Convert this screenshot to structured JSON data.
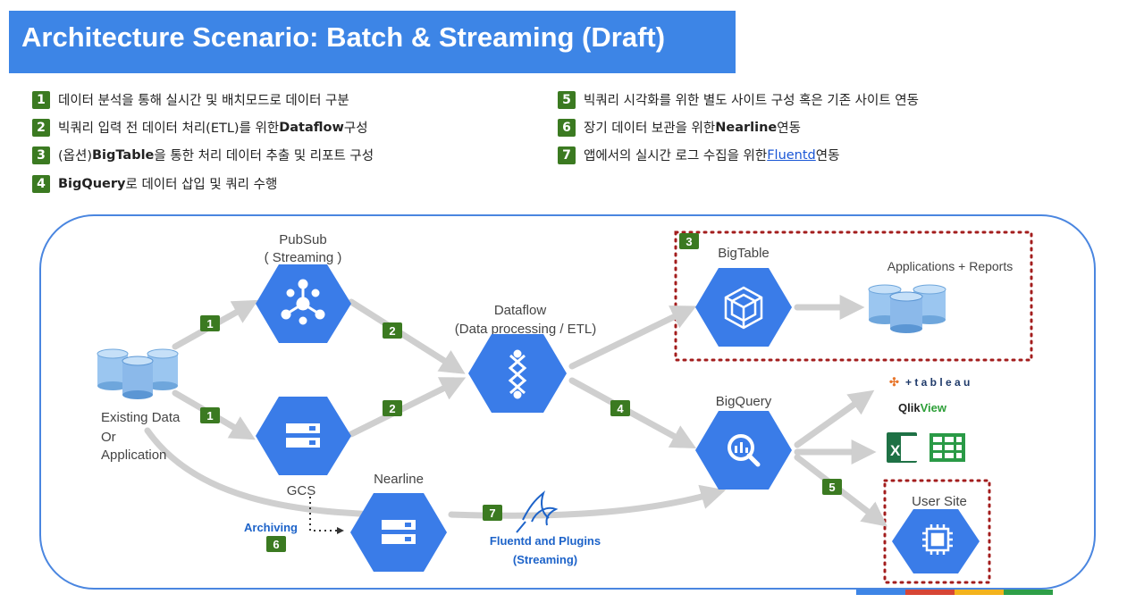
{
  "title": "Architecture Scenario: Batch & Streaming (Draft)",
  "legend": [
    {
      "num": "1",
      "pre": "데이터 분석을 통해 실시간 및 배치모드로 데이터 구분",
      "bold": "",
      "post": ""
    },
    {
      "num": "2",
      "pre": "빅쿼리 입력 전 데이터 처리(ETL)를 위한 ",
      "bold": "Dataflow",
      "post": " 구성"
    },
    {
      "num": "3",
      "pre": "(옵션) ",
      "bold": "BigTable",
      "post": "을 통한 처리 데이터 추출 및 리포트 구성"
    },
    {
      "num": "4",
      "pre": "",
      "bold": "BigQuery",
      "post": "로 데이터 삽입 및 쿼리 수행"
    },
    {
      "num": "5",
      "pre": "빅쿼리 시각화를 위한 별도 사이트 구성 혹은 기존 사이트 연동",
      "bold": "",
      "post": ""
    },
    {
      "num": "6",
      "pre": "장기 데이터 보관을 위한 ",
      "bold": "Nearline",
      "post": " 연동"
    },
    {
      "num": "7",
      "pre": "앱에서의 실시간 로그 수집을 위한 ",
      "link": "Fluentd",
      "post": " 연동"
    }
  ],
  "nodes": {
    "pubsub": {
      "label1": "PubSub",
      "label2": "( Streaming )"
    },
    "gcs": {
      "label": "GCS"
    },
    "nearline": {
      "label": "Nearline"
    },
    "dataflow": {
      "label1": "Dataflow",
      "label2": "(Data processing / ETL)"
    },
    "bigtable": {
      "label": "BigTable"
    },
    "bigquery": {
      "label": "BigQuery"
    },
    "apps": {
      "label": "Applications + Reports"
    },
    "usersite": {
      "label": "User Site"
    },
    "existing": {
      "line1": "Existing Data",
      "line2": "Or",
      "line3": "Application"
    },
    "fluentd": {
      "line1": "Fluentd and Plugins",
      "line2": "(Streaming)"
    },
    "archiving": {
      "label": "Archiving"
    },
    "tableau": {
      "label": "+ t a b l e a u"
    },
    "qlikview": {
      "qlik": "Qlik",
      "view": "View"
    }
  },
  "badges": {
    "b1a": "1",
    "b1b": "1",
    "b2a": "2",
    "b2b": "2",
    "b3": "3",
    "b4": "4",
    "b5": "5",
    "b6": "6",
    "b7": "7"
  },
  "colors": {
    "title_bg": "#3d85e6",
    "node_blue": "#3a7ce8",
    "badge_green": "#3b7a21",
    "arrow_gray": "#cfcfcf",
    "dotted_red": "#a31d1d",
    "frame_blue": "#4a86e0"
  }
}
